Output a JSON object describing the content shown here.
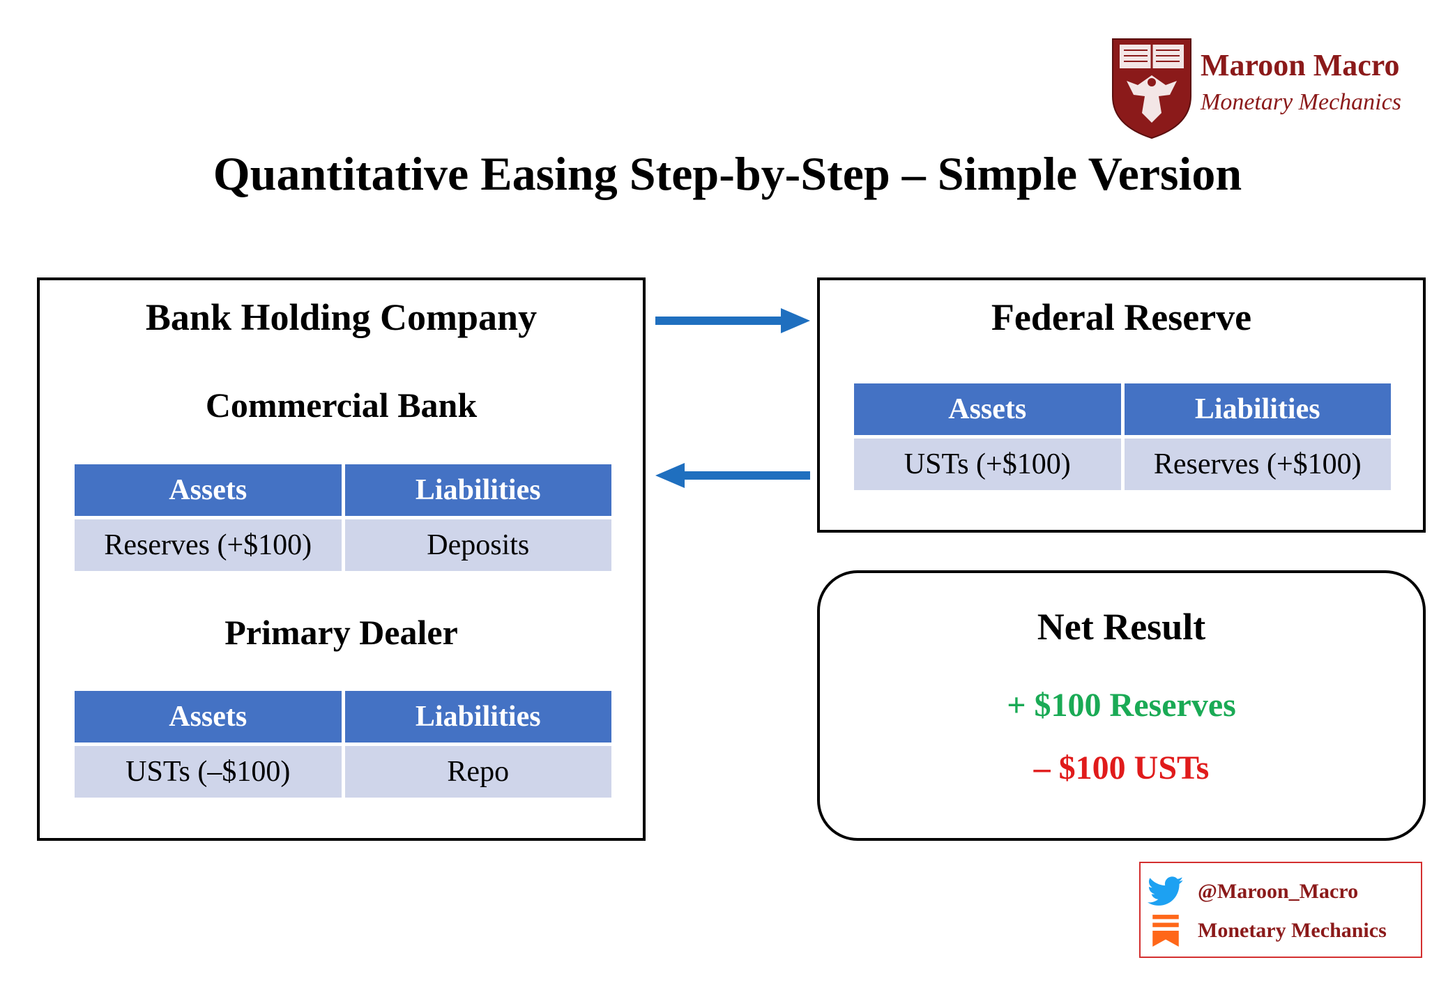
{
  "brand": {
    "name": "Maroon Macro",
    "tagline": "Monetary Mechanics",
    "color": "#8b1a1a"
  },
  "title": "Quantitative Easing Step-by-Step – Simple Version",
  "bank_holding_company": {
    "title": "Bank Holding Company",
    "commercial_bank": {
      "title": "Commercial Bank",
      "headers": [
        "Assets",
        "Liabilities"
      ],
      "row": [
        "Reserves (+$100)",
        "Deposits"
      ]
    },
    "primary_dealer": {
      "title": "Primary Dealer",
      "headers": [
        "Assets",
        "Liabilities"
      ],
      "row": [
        "USTs (–$100)",
        "Repo"
      ]
    }
  },
  "federal_reserve": {
    "title": "Federal Reserve",
    "headers": [
      "Assets",
      "Liabilities"
    ],
    "row": [
      "USTs (+$100)",
      "Reserves (+$100)"
    ]
  },
  "net_result": {
    "title": "Net Result",
    "lines": [
      {
        "text": "+ $100 Reserves",
        "color": "#1aaa55"
      },
      {
        "text": "– $100 USTs",
        "color": "#e01b1b"
      }
    ]
  },
  "social": {
    "twitter": {
      "handle": "@Maroon_Macro",
      "icon": "twitter-bird-icon",
      "icon_color": "#1da1f2"
    },
    "substack": {
      "name": "Monetary Mechanics",
      "icon": "substack-icon",
      "icon_color": "#ff6719"
    }
  },
  "colors": {
    "header_fill": "#4472c4",
    "cell_fill": "#cfd5ea",
    "arrow": "#1f6fbf"
  }
}
